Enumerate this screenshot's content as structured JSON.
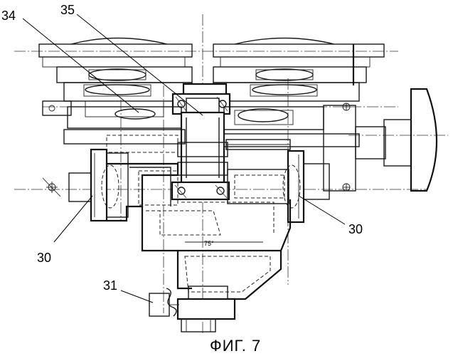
{
  "caption": "ФИГ. 7",
  "labels": {
    "ref34": "34",
    "ref35": "35",
    "ref30_left": "30",
    "ref30_right": "30",
    "ref31": "31"
  },
  "angle_note": "75°",
  "colors": {
    "line": "#111111",
    "background": "#ffffff"
  }
}
